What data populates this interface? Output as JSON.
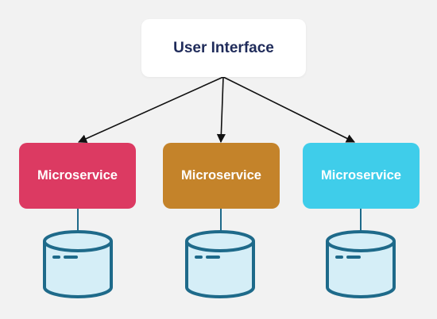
{
  "diagram": {
    "top_node": {
      "label": "User Interface",
      "bg": "#ffffff",
      "color": "#1f2b5a"
    },
    "services": [
      {
        "label": "Microservice",
        "color": "#dc3a62"
      },
      {
        "label": "Microservice",
        "color": "#c4832a"
      },
      {
        "label": "Microservice",
        "color": "#3fcdea"
      }
    ],
    "databases": [
      {
        "icon": "database-icon"
      },
      {
        "icon": "database-icon"
      },
      {
        "icon": "database-icon"
      }
    ],
    "colors": {
      "arrow": "#111111",
      "connector": "#1e6a8a",
      "db_stroke": "#1e6a8a",
      "db_fill": "#d5eef7",
      "background": "#f2f2f2"
    }
  }
}
